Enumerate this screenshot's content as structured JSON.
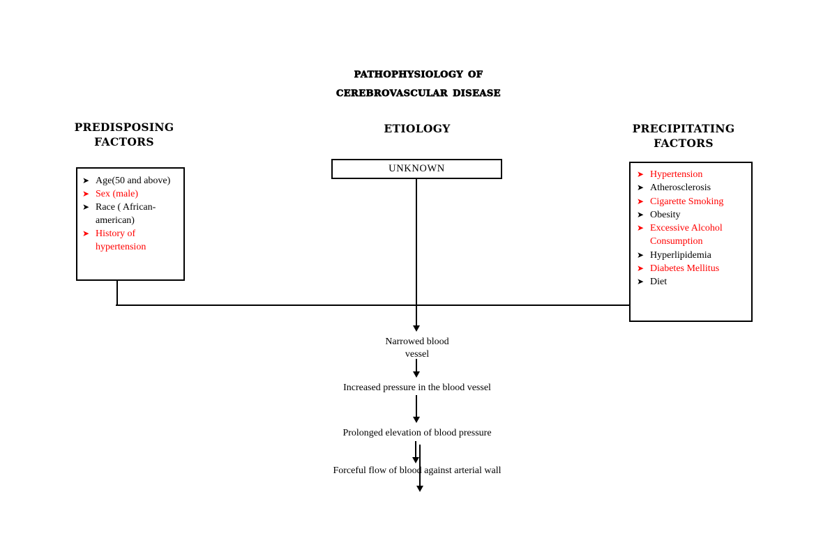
{
  "document": {
    "title_lines": [
      "Pathophysiology of",
      "Cerebrovascular Disease"
    ]
  },
  "colors": {
    "highlight_red": "#ff0000",
    "text_black": "#000000",
    "background": "#ffffff",
    "border": "#000000"
  },
  "columns": {
    "predisposing": {
      "header": "PREDISPOSING FACTORS",
      "header_line_1": "PREDISPOSING",
      "header_line_2": "FACTORS",
      "items": [
        {
          "label": "Age(50 and above)",
          "color": "black"
        },
        {
          "label": "Sex (male)",
          "color": "red"
        },
        {
          "label": "Race ( African-american)",
          "color": "black"
        },
        {
          "label": " History of hypertension",
          "color": "red"
        }
      ]
    },
    "etiology": {
      "header": "ETIOLOGY",
      "box_label": "UNKNOWN"
    },
    "precipitating": {
      "header": "PRECIPITATING FACTORS",
      "header_line_1": "PRECIPITATING",
      "header_line_2": "FACTORS",
      "items": [
        {
          "label": "Hypertension",
          "color": "red"
        },
        {
          "label": "Atherosclerosis",
          "color": "black"
        },
        {
          "label": "Cigarette Smoking",
          "color": "red"
        },
        {
          "label": "Obesity",
          "color": "black"
        },
        {
          "label": "Excessive Alcohol Consumption",
          "color": "red"
        },
        {
          "label": "Hyperlipidemia",
          "color": "black"
        },
        {
          "label": "Diabetes Mellitus",
          "color": "red"
        },
        {
          "label": "Diet",
          "color": "black"
        }
      ]
    }
  },
  "flow": {
    "bullet_marker": "➤",
    "steps": [
      {
        "id": "narrowed",
        "line_1": "Narrowed blood",
        "line_2": "vessel"
      },
      {
        "id": "increased",
        "text": "Increased pressure in the blood vessel"
      },
      {
        "id": "prolonged",
        "text": "Prolonged elevation of blood pressure"
      },
      {
        "id": "forceful",
        "text": "Forceful flow of blood against arterial wall"
      }
    ]
  }
}
